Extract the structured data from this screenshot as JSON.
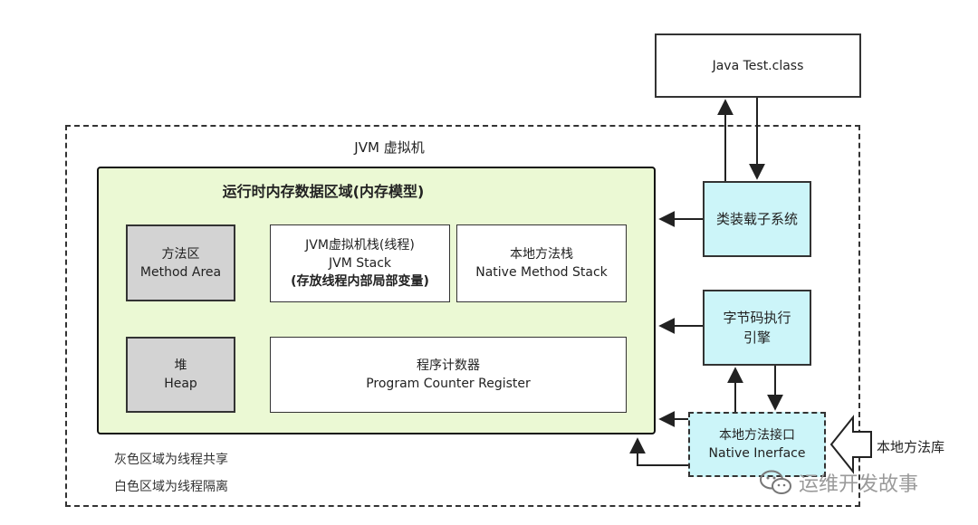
{
  "jvm": {
    "title": "JVM 虚拟机"
  },
  "java_class": {
    "label": "Java Test.class"
  },
  "runtime_area": {
    "title": "运行时内存数据区域(内存模型)",
    "method_area": {
      "line1": "方法区",
      "line2": "Method Area"
    },
    "jvm_stack": {
      "line1": "JVM虚拟机栈(线程)",
      "line2": "JVM Stack",
      "line3": "(存放线程内部局部变量)"
    },
    "native_stack": {
      "line1": "本地方法栈",
      "line2": "Native Method Stack"
    },
    "heap": {
      "line1": "堆",
      "line2": "Heap"
    },
    "pc_register": {
      "line1": "程序计数器",
      "line2": "Program Counter Register"
    }
  },
  "class_loader": {
    "label": "类装载子系统"
  },
  "exec_engine": {
    "label": "字节码执行引擎"
  },
  "native_interface": {
    "line1": "本地方法接口",
    "line2": "Native Inerface"
  },
  "native_library": {
    "label": "本地方法库"
  },
  "legend": {
    "gray_note": "灰色区域为线程共享",
    "white_note": "白色区域为线程隔离"
  },
  "watermark": {
    "text": "运维开发故事"
  },
  "colors": {
    "runtime_bg": "#ebf9d4",
    "shared_gray": "#d3d3d3",
    "subsystem_cyan": "#ccf5f9"
  }
}
